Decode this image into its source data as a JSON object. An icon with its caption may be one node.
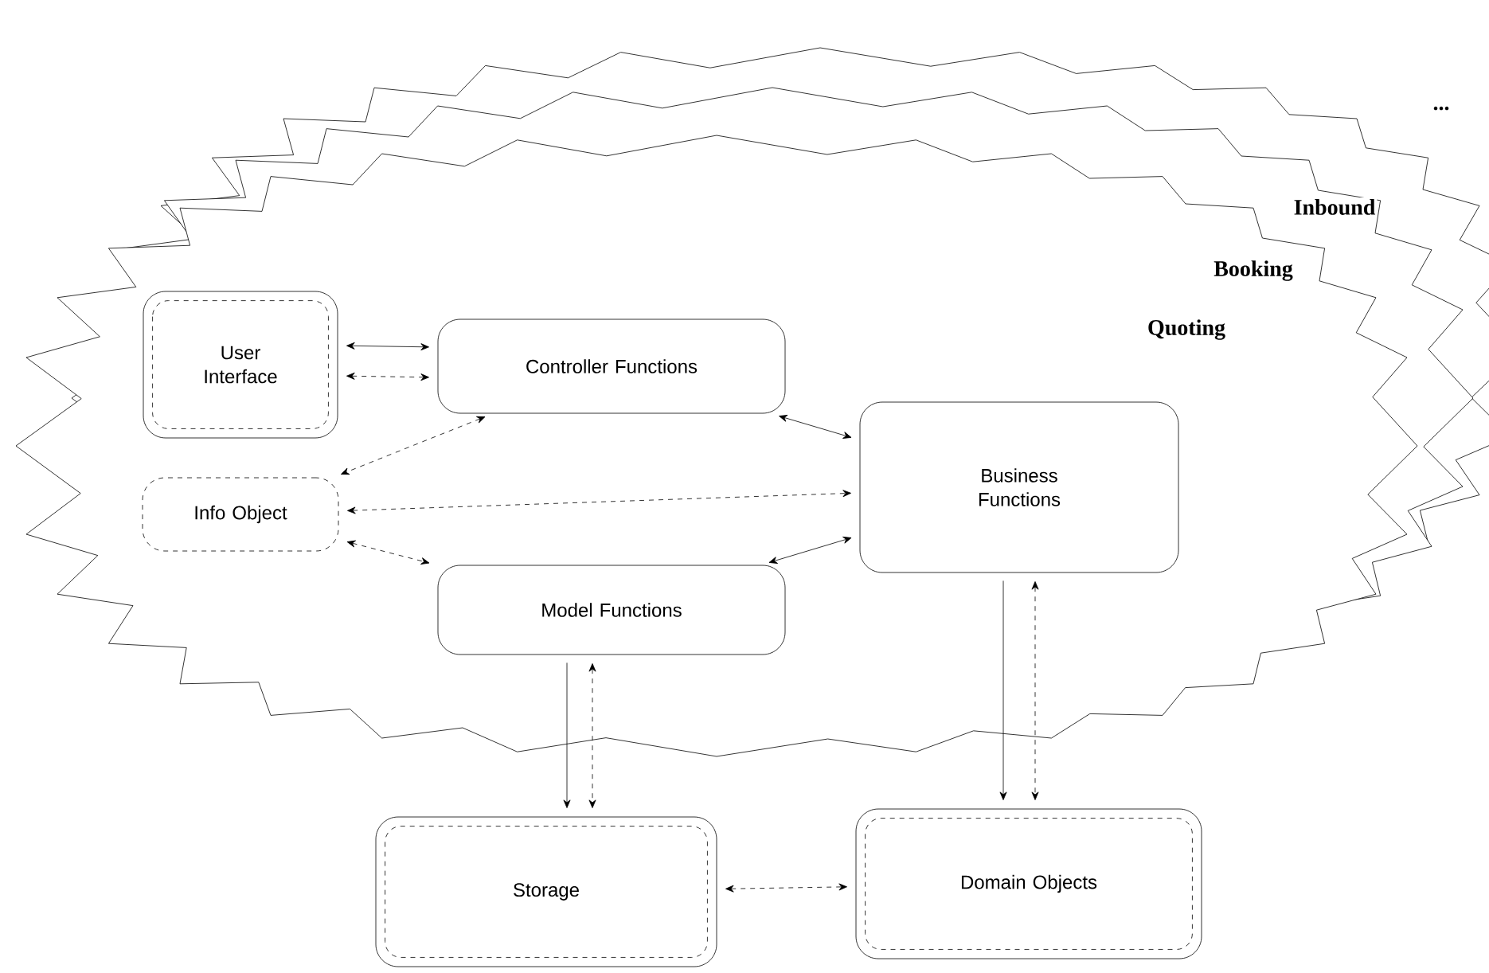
{
  "diagram": {
    "nodes": [
      {
        "text": [
          "User Interface"
        ]
      },
      {
        "text": [
          "Controller Functions"
        ]
      },
      {
        "text": [
          "Info Object"
        ]
      },
      {
        "text": [
          "Business Functions"
        ]
      },
      {
        "text": [
          "Model Functions"
        ]
      },
      {
        "text": [
          "Storage"
        ]
      },
      {
        "text": [
          "Domain Objects"
        ]
      }
    ],
    "edges": [
      {
        "from": 0,
        "to": 1,
        "arrow": "both"
      },
      {
        "from": 0,
        "to": 1,
        "arrow": "both",
        "style": "dashed"
      },
      {
        "from": 1,
        "to": 2,
        "arrow": "both",
        "style": "dashed"
      },
      {
        "from": 1,
        "to": 3,
        "arrow": "both"
      },
      {
        "from": 2,
        "to": 3,
        "arrow": "both",
        "style": "dashed"
      },
      {
        "from": 2,
        "to": 4,
        "arrow": "both",
        "style": "dashed"
      },
      {
        "from": 4,
        "to": 3,
        "arrow": "both"
      },
      {
        "from": 4,
        "to": 5,
        "arrow": "to"
      },
      {
        "from": 4,
        "to": 5,
        "arrow": "both",
        "style": "dashed"
      },
      {
        "from": 3,
        "to": 6,
        "arrow": "to"
      },
      {
        "from": 3,
        "to": 6,
        "arrow": "both",
        "style": "dashed"
      },
      {
        "from": 5,
        "to": 6,
        "arrow": "both",
        "style": "dashed"
      }
    ],
    "labels": [
      "...",
      "Inbound",
      "Booking",
      "Quoting"
    ]
  }
}
